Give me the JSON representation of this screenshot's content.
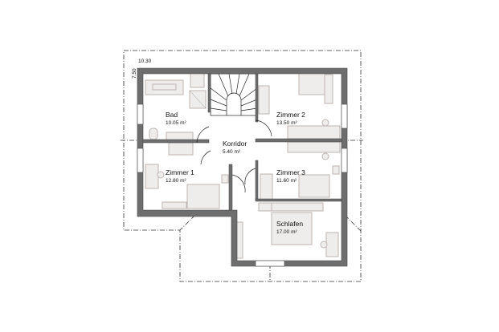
{
  "plan": {
    "dimensions": {
      "width": "10.30",
      "depth": "7.50"
    },
    "rooms": [
      {
        "name": "Bad",
        "area": "10.05 m²"
      },
      {
        "name": "Zimmer 2",
        "area": "13.50 m²"
      },
      {
        "name": "Korridor",
        "area": "5.40 m²"
      },
      {
        "name": "Zimmer 1",
        "area": "12.80 m²"
      },
      {
        "name": "Zimmer 3",
        "area": "11.60 m²"
      },
      {
        "name": "Schlafen",
        "area": "17.00 m²"
      }
    ]
  }
}
